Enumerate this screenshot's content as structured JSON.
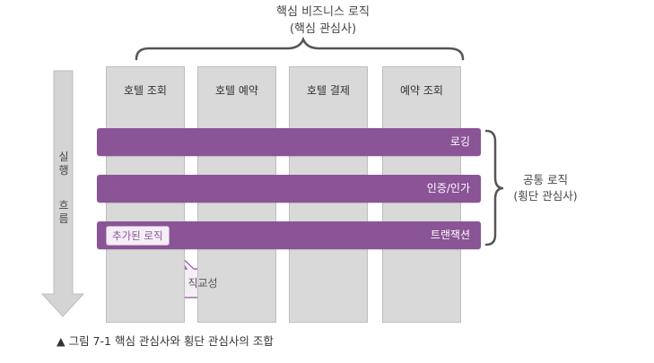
{
  "title": {
    "line1": "핵심 비즈니스 로직",
    "line2": "(핵심 관심사)"
  },
  "columns": [
    {
      "label": "호텔 조회"
    },
    {
      "label": "호텔 예약"
    },
    {
      "label": "호텔 결제"
    },
    {
      "label": "예약 조회"
    }
  ],
  "bars": [
    {
      "label": "로깅"
    },
    {
      "label": "인증/인가"
    },
    {
      "label": "트랜잭션"
    }
  ],
  "added_logic": "추가된 로직",
  "common": {
    "line1": "공통 로직",
    "line2": "(횡단 관심사)"
  },
  "flow": {
    "line1": "실행",
    "line2": "흐름"
  },
  "callout": "직교성",
  "caption": "▲ 그림 7-1 핵심 관심사와 횡단 관심사의 조합",
  "colors": {
    "bar": "#8a5496",
    "column": "#d9d9d9",
    "arrow": "#d4d4d4"
  }
}
